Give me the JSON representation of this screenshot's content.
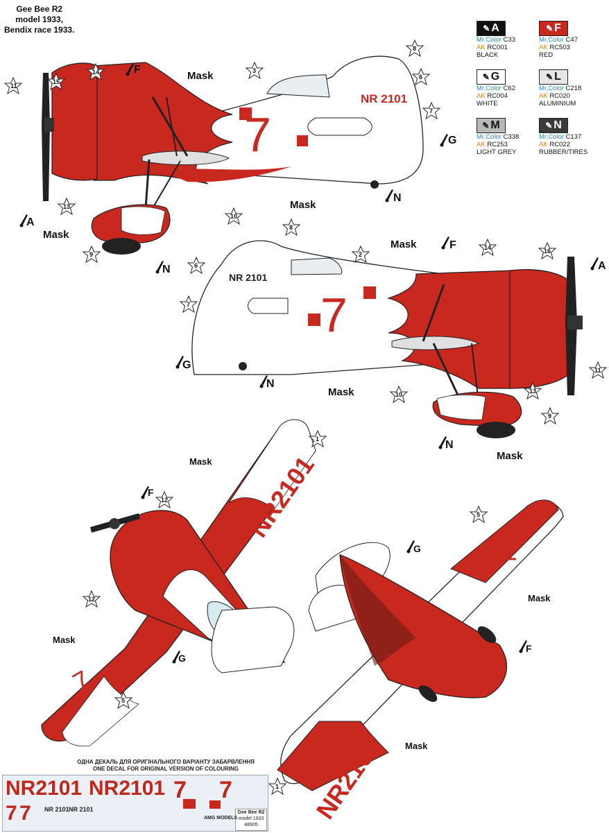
{
  "title": {
    "line1": "Gee Bee R2",
    "line2": "model 1933,",
    "line3": "Bendix race 1933."
  },
  "legend": [
    {
      "key": "A",
      "mrcolor": "C33",
      "ak": "RC001",
      "name": "BLACK",
      "color": "#111111"
    },
    {
      "key": "F",
      "mrcolor": "C47",
      "ak": "RC503",
      "name": "RED",
      "color": "#c8281e"
    },
    {
      "key": "G",
      "mrcolor": "C62",
      "ak": "RC004",
      "name": "WHITE",
      "color": "#ffffff"
    },
    {
      "key": "L",
      "mrcolor": "C218",
      "ak": "RC020",
      "name": "ALUMINIUM",
      "color": "#e6e6e6"
    },
    {
      "key": "M",
      "mrcolor": "C338",
      "ak": "RC253",
      "name": "LIGHT GREY",
      "color": "#b8b8b8"
    },
    {
      "key": "N",
      "mrcolor": "C137",
      "ak": "RC022",
      "name": "RUBBER/TIRES",
      "color": "#3a3a3a"
    }
  ],
  "legend_prefix": {
    "mr": "Mr.Color",
    "ak": "AK"
  },
  "labels": {
    "mask": "Mask",
    "paint_a": "A",
    "paint_f": "F",
    "paint_g": "G",
    "paint_n": "N"
  },
  "registration": "NR2101",
  "registration_side": "NR 2101",
  "race_number": "7",
  "callouts": [
    "1",
    "2",
    "3",
    "5",
    "6",
    "7",
    "8",
    "9",
    "10",
    "11",
    "12",
    "13",
    "14",
    "15",
    "16"
  ],
  "notes": {
    "ua": "ОДНА ДЕКАЛЬ ДЛЯ ОРИГІНАЛЬНОГО ВАРІАНТУ ЗАБАРВЛЕННЯ",
    "en": "ONE DECAL FOR ORIGINAL VERSION OF COLOURING"
  },
  "decal_sheet": {
    "reg_big": "NR2101",
    "num_big": "7",
    "reg_small": "NR 2101",
    "box_title": "Gee Bee R2",
    "box_sub": "model 1933",
    "brand": "AMG MODELS",
    "cat": "48905"
  },
  "colors": {
    "red": "#c8281e",
    "black": "#111111",
    "white": "#ffffff",
    "grey": "#9a9a9a"
  }
}
